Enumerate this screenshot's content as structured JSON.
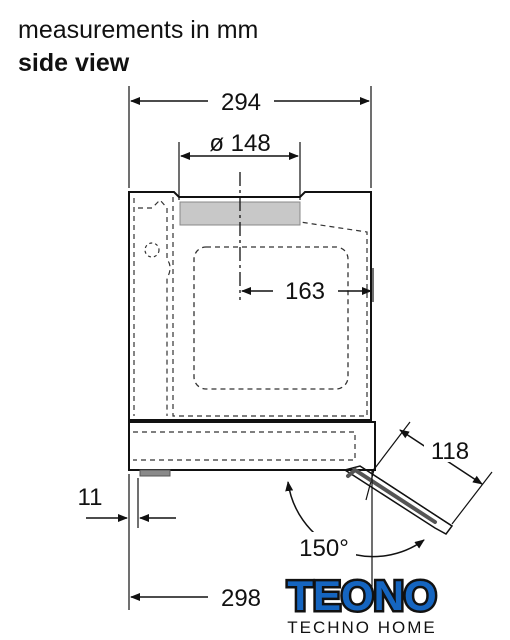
{
  "header": {
    "line1": "measurements in mm",
    "line2": "side view"
  },
  "dimensions": {
    "total_width_top": "294",
    "duct_diameter": "ø 148",
    "duct_offset": "163",
    "panel_depth": "118",
    "bottom_offset": "11",
    "open_angle": "150°",
    "total_width_bottom": "298"
  },
  "logo": {
    "brand": "TEONO",
    "tagline": "TECHNO HOME",
    "outline_color": "#111111",
    "fill_color": "#1565c0"
  },
  "colors": {
    "line": "#111111",
    "duct_fill": "#c8c8c8",
    "hatch": "#555555"
  }
}
